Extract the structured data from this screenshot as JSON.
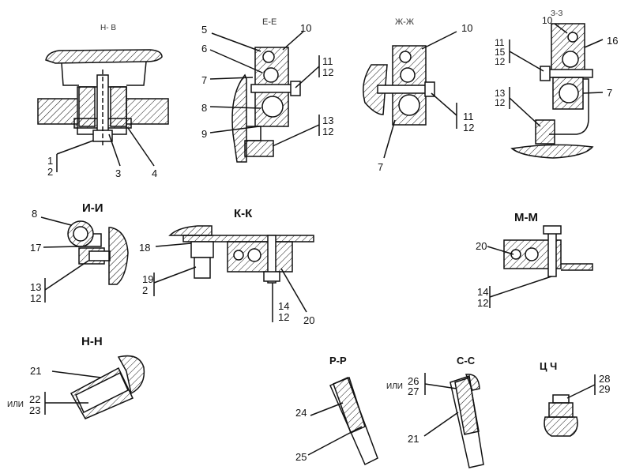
{
  "sections": {
    "n_v": "Н- В",
    "e_e": "Е-Е",
    "zh_zh": "Ж-Ж",
    "z_z": "З-З",
    "i_i": "И-И",
    "k_k": "К-К",
    "m_m": "М-М",
    "n_n": "Н-Н",
    "r_r": "Р-Р",
    "s_s": "С-С",
    "ts_ch": "Ц Ч"
  },
  "ili": "ИЛИ",
  "callouts": {
    "c1": "1",
    "c2": "2",
    "c3": "3",
    "c4": "4",
    "c5": "5",
    "c6": "6",
    "c7": "7",
    "c8": "8",
    "c9": "9",
    "c10": "10",
    "c11": "11",
    "c12": "12",
    "c13": "13",
    "zz10": "10",
    "zz16": "16",
    "zz11": "11",
    "zz15": "15",
    "zz12": "12",
    "zz13": "13",
    "zz12b": "12",
    "zz7": "7",
    "zh10": "10",
    "zh11": "11",
    "zh12": "12",
    "zh7": "7",
    "ii8": "8",
    "ii17": "17",
    "ii13": "13",
    "ii12": "12",
    "kk18": "18",
    "kk19": "19",
    "kk2": "2",
    "kk14": "14",
    "kk12": "12",
    "kk20": "20",
    "mm20": "20",
    "mm14": "14",
    "mm12": "12",
    "nn21": "21",
    "nn22": "22",
    "nn23": "23",
    "rr24": "24",
    "rr25": "25",
    "ss26": "26",
    "ss27": "27",
    "ss21": "21",
    "tc28": "28",
    "tc29": "29"
  },
  "colors": {
    "ink": "#111111",
    "paper": "#ffffff"
  }
}
